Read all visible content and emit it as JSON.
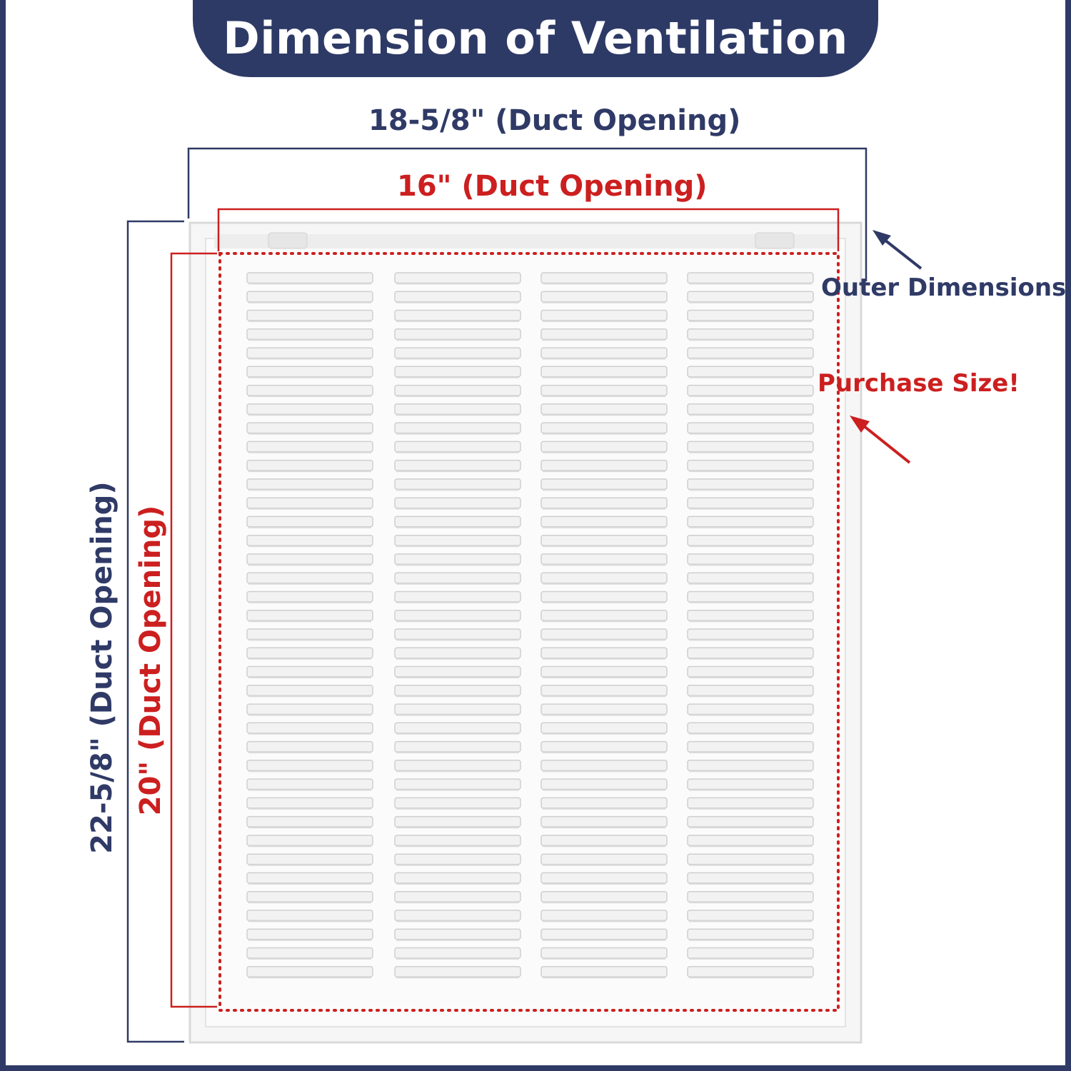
{
  "title": "Dimension of Ventilation",
  "labels": {
    "outer_width": "18-5/8\" (Duct Opening)",
    "inner_width": "16\" (Duct Opening)",
    "outer_height": "22-5/8\" (Duct Opening)",
    "inner_height": "20\" (Duct Opening)",
    "outer_dimensions": "Outer Dimensions",
    "purchase_size": "Purchase Size!"
  },
  "colors": {
    "navy": "#2f3a66",
    "red": "#cc1f1f",
    "grille": "#f4f4f4"
  },
  "icons": [
    "arrow-outer-icon",
    "arrow-purchase-icon"
  ]
}
